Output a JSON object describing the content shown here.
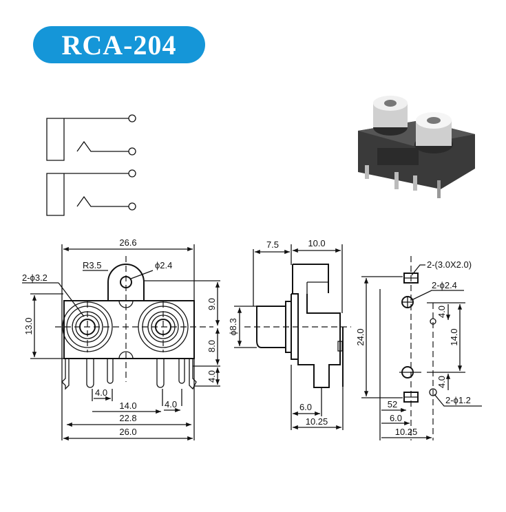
{
  "title": "RCA-204",
  "colors": {
    "title_bg": "#1596d8",
    "title_text": "#ffffff",
    "line": "#111111"
  },
  "front_view": {
    "width_top": "26.6",
    "radius": "R3.5",
    "tab_hole": "ϕ2.4",
    "mount_holes": "2-ϕ3.2",
    "height": "13.0",
    "upper_offset": "9.0",
    "lower_offset": "8.0",
    "pin_length": "4.0",
    "pin_pitch_left": "4.0",
    "pin_pitch_center": "14.0",
    "pin_pitch_right": "4.0",
    "pin_span": "22.8",
    "body_width": "26.0"
  },
  "side_view": {
    "barrel_length": "7.5",
    "body_depth": "10.0",
    "barrel_diameter": "ϕ8.3",
    "pin_offset": "6.0",
    "total_depth": "10.25"
  },
  "footprint": {
    "slots": "2-(3.0X2.0)",
    "large_holes": "2-ϕ2.4",
    "small_holes": "2-ϕ1.2",
    "total_height": "24.0",
    "hole_spacing": "14.0",
    "upper_offset": "4.0",
    "lower_offset": "4.0",
    "slot_offset": "52",
    "pin_offset": "6.0",
    "total_depth": "10.25"
  }
}
